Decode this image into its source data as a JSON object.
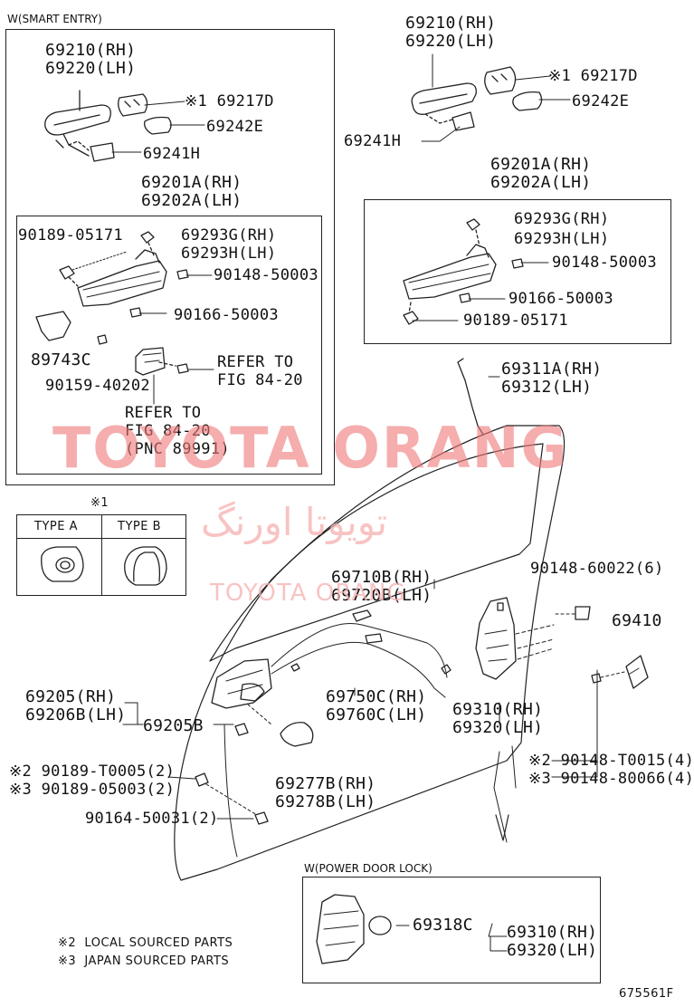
{
  "smart_entry": {
    "title": "W(SMART ENTRY)",
    "handle_rh": "69210(RH)",
    "handle_lh": "69220(LH)",
    "cover_1": "※1 69217D",
    "cover_2": "69242E",
    "pad": "69241H",
    "frame_rh": "69201A(RH)",
    "frame_lh": "69202A(LH)",
    "bolt_a": "90189-05171",
    "clip_rh": "69293G(RH)",
    "clip_lh": "69293H(LH)",
    "screw_a": "90148-50003",
    "screw_b": "90166-50003",
    "bracket": "89743C",
    "screw_c": "90159-40202",
    "refer_1a": "REFER TO",
    "refer_1b": "FIG 84-20",
    "refer_2a": "REFER TO",
    "refer_2b": "FIG 84-20",
    "refer_2c": "(PNC 89991)"
  },
  "standard": {
    "handle_rh": "69210(RH)",
    "handle_lh": "69220(LH)",
    "cover_1": "※1 69217D",
    "cover_2": "69242E",
    "pad": "69241H",
    "frame_rh": "69201A(RH)",
    "frame_lh": "69202A(LH)",
    "clip_rh": "69293G(RH)",
    "clip_lh": "69293H(LH)",
    "screw_a": "90148-50003",
    "screw_b": "90166-50003",
    "bolt_a": "90189-05171",
    "rod_rh": "69311A(RH)",
    "rod_lh": "69312(LH)"
  },
  "types": {
    "note": "※1",
    "type_a": "TYPE A",
    "type_b": "TYPE B"
  },
  "door": {
    "cable_rh": "69710B(RH)",
    "cable_lh": "69720B(LH)",
    "bolt_6": "90148-60022(6)",
    "striker": "69410",
    "inner_rh": "69205(RH)",
    "inner_lh": "69206B(LH)",
    "inner_b": "69205B",
    "cable2_rh": "69750C(RH)",
    "cable2_lh": "69760C(LH)",
    "lock_rh": "69310(RH)",
    "lock_lh": "69320(LH)",
    "screw_t2": "※2 90148-T0015(4)",
    "screw_t3": "※3 90148-80066(4)",
    "nut_t2": "※2 90189-T0005(2)",
    "nut_t3": "※3 90189-05003(2)",
    "bezel_rh": "69277B(RH)",
    "bezel_lh": "69278B(LH)",
    "screw_d": "90164-50031(2)"
  },
  "power_lock": {
    "title": "W(POWER DOOR LOCK)",
    "part": "69318C",
    "lock_rh": "69310(RH)",
    "lock_lh": "69320(LH)"
  },
  "footnotes": {
    "n2": "※2  LOCAL SOURCED PARTS",
    "n3": "※3  JAPAN SOURCED PARTS"
  },
  "figure_id": "675561F",
  "watermark": {
    "main": "TOYOTA ORANG",
    "arabic": "تویوتا اورنگ",
    "sub": "TOYOTA ORANG"
  },
  "colors": {
    "watermark": "#f07878",
    "watermark_light": "#f6b0b0",
    "line": "#222222"
  }
}
